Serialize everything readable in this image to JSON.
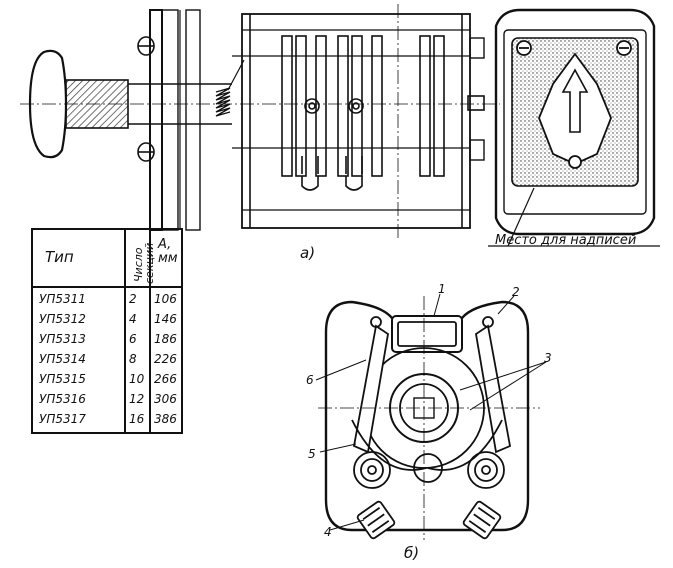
{
  "labels": {
    "fig_a": "а)",
    "fig_b": "б)",
    "inscription": "Место для надписей",
    "num1": "1",
    "num2": "2",
    "num3": "3",
    "num4": "4",
    "num5": "5",
    "num6": "6"
  },
  "table": {
    "col_type": "Тип",
    "col_sections_1": "Число",
    "col_sections_2": "секций",
    "col_a_1": "A,",
    "col_a_2": "мм",
    "rows": [
      {
        "type": "УП5311",
        "sections": "2",
        "a": "106"
      },
      {
        "type": "УП5312",
        "sections": "4",
        "a": "146"
      },
      {
        "type": "УП5313",
        "sections": "6",
        "a": "186"
      },
      {
        "type": "УП5314",
        "sections": "8",
        "a": "226"
      },
      {
        "type": "УП5315",
        "sections": "10",
        "a": "266"
      },
      {
        "type": "УП5316",
        "sections": "12",
        "a": "306"
      },
      {
        "type": "УП5317",
        "sections": "16",
        "a": "386"
      }
    ]
  }
}
